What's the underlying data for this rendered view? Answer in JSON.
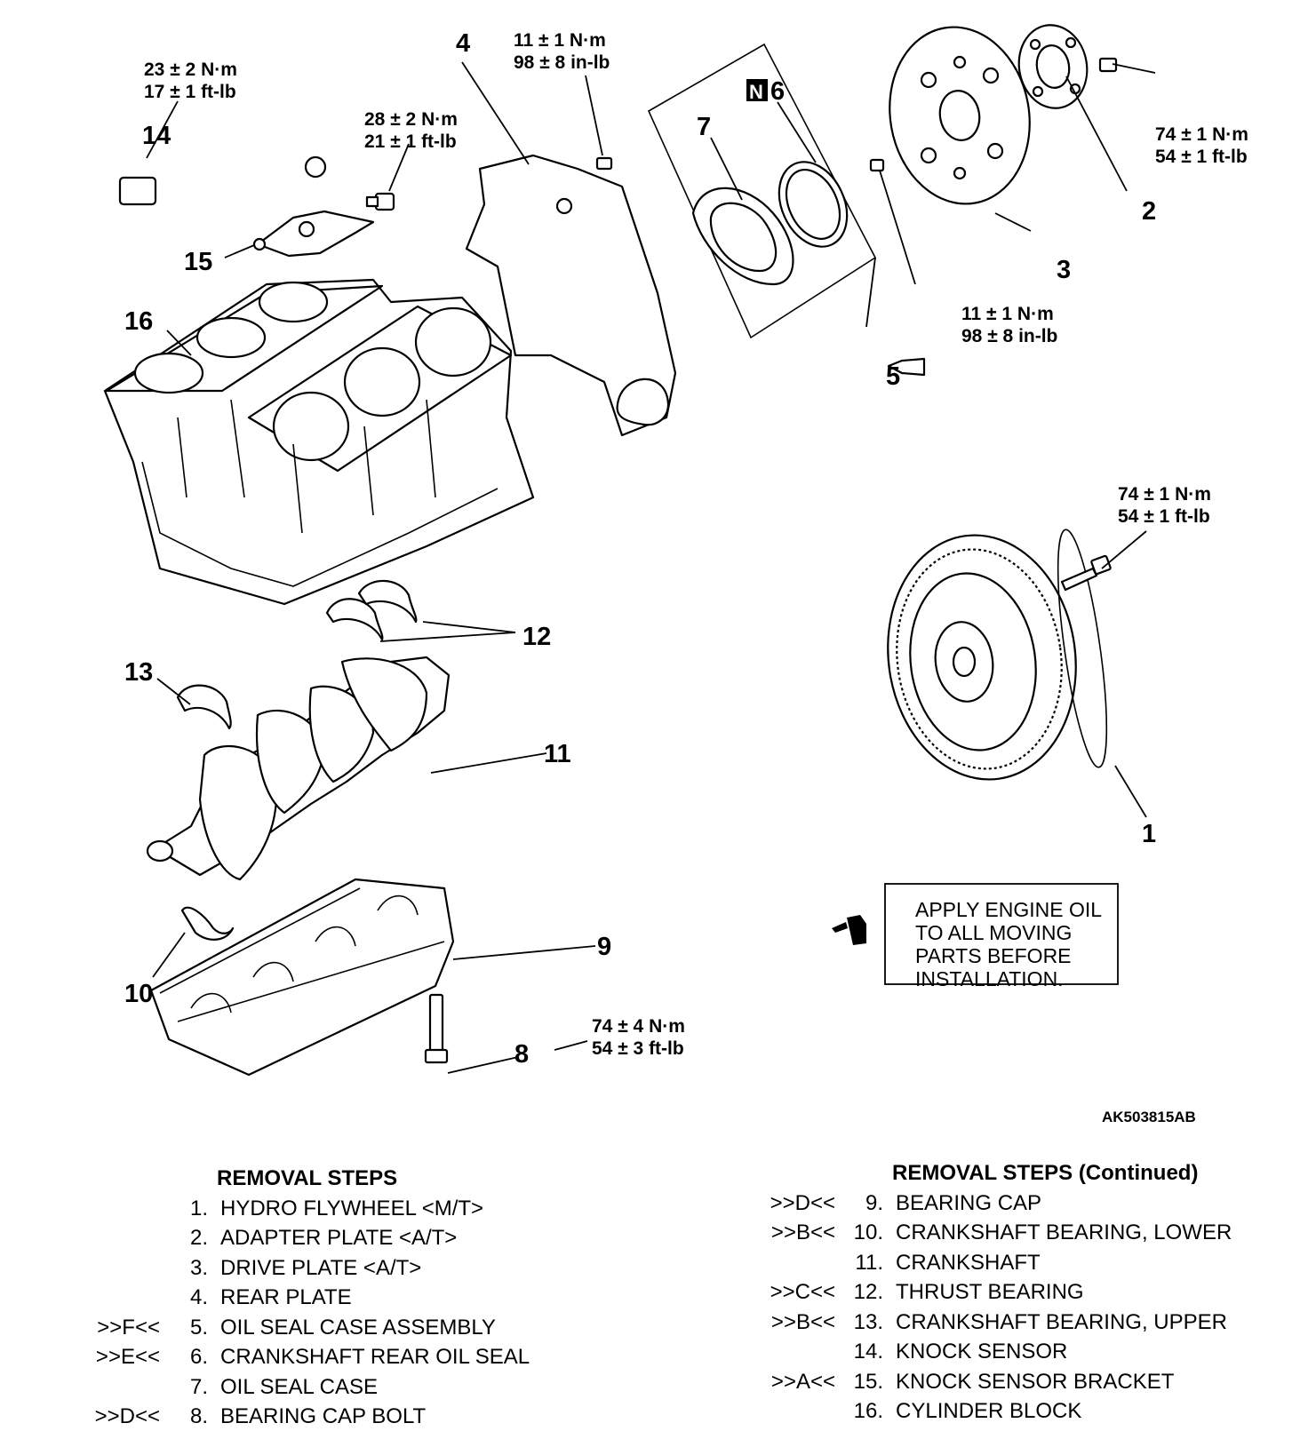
{
  "callouts": {
    "c1": "1",
    "c2": "2",
    "c3": "3",
    "c4": "4",
    "c5": "5",
    "c6": "6",
    "c7": "7",
    "c8": "8",
    "c9": "9",
    "c10": "10",
    "c11": "11",
    "c12": "12",
    "c13": "13",
    "c14": "14",
    "c15": "15",
    "c16": "16"
  },
  "new_part_mark": "N",
  "torques": {
    "t4_nm": "11 ± 1 N·m",
    "t4_imp": "98 ± 8 in-lb",
    "t14_nm": "23 ± 2 N·m",
    "t14_imp": "17 ± 1 ft-lb",
    "t15_nm": "28 ± 2 N·m",
    "t15_imp": "21 ± 1 ft-lb",
    "t2_nm": "74 ± 1 N·m",
    "t2_imp": "54 ± 1 ft-lb",
    "t5_nm": "11 ± 1 N·m",
    "t5_imp": "98 ± 8 in-lb",
    "t1_nm": "74 ± 1 N·m",
    "t1_imp": "54 ± 1 ft-lb",
    "t8_nm": "74 ± 4 N·m",
    "t8_imp": "54 ± 3 ft-lb"
  },
  "oil_note": [
    "APPLY ENGINE OIL",
    "TO ALL MOVING",
    "PARTS BEFORE",
    "INSTALLATION."
  ],
  "figure_code": "AK503815AB",
  "removal_left": {
    "title": "REMOVAL STEPS",
    "steps": [
      {
        "ref": "",
        "no": "1.",
        "label": "HYDRO FLYWHEEL <M/T>"
      },
      {
        "ref": "",
        "no": "2.",
        "label": "ADAPTER PLATE <A/T>"
      },
      {
        "ref": "",
        "no": "3.",
        "label": "DRIVE PLATE <A/T>"
      },
      {
        "ref": "",
        "no": "4.",
        "label": "REAR PLATE"
      },
      {
        "ref": ">>F<<",
        "no": "5.",
        "label": "OIL SEAL CASE ASSEMBLY"
      },
      {
        "ref": ">>E<<",
        "no": "6.",
        "label": "CRANKSHAFT REAR OIL SEAL"
      },
      {
        "ref": "",
        "no": "7.",
        "label": "OIL SEAL CASE"
      },
      {
        "ref": ">>D<<",
        "no": "8.",
        "label": "BEARING CAP BOLT"
      }
    ]
  },
  "removal_right": {
    "title": "REMOVAL STEPS (Continued)",
    "steps": [
      {
        "ref": ">>D<<",
        "no": "9.",
        "label": "BEARING CAP"
      },
      {
        "ref": ">>B<<",
        "no": "10.",
        "label": "CRANKSHAFT BEARING, LOWER"
      },
      {
        "ref": "",
        "no": "11.",
        "label": "CRANKSHAFT"
      },
      {
        "ref": ">>C<<",
        "no": "12.",
        "label": "THRUST BEARING"
      },
      {
        "ref": ">>B<<",
        "no": "13.",
        "label": "CRANKSHAFT BEARING, UPPER"
      },
      {
        "ref": "",
        "no": "14.",
        "label": "KNOCK SENSOR"
      },
      {
        "ref": ">>A<<",
        "no": "15.",
        "label": "KNOCK SENSOR BRACKET"
      },
      {
        "ref": "",
        "no": "16.",
        "label": "CYLINDER BLOCK"
      }
    ]
  }
}
